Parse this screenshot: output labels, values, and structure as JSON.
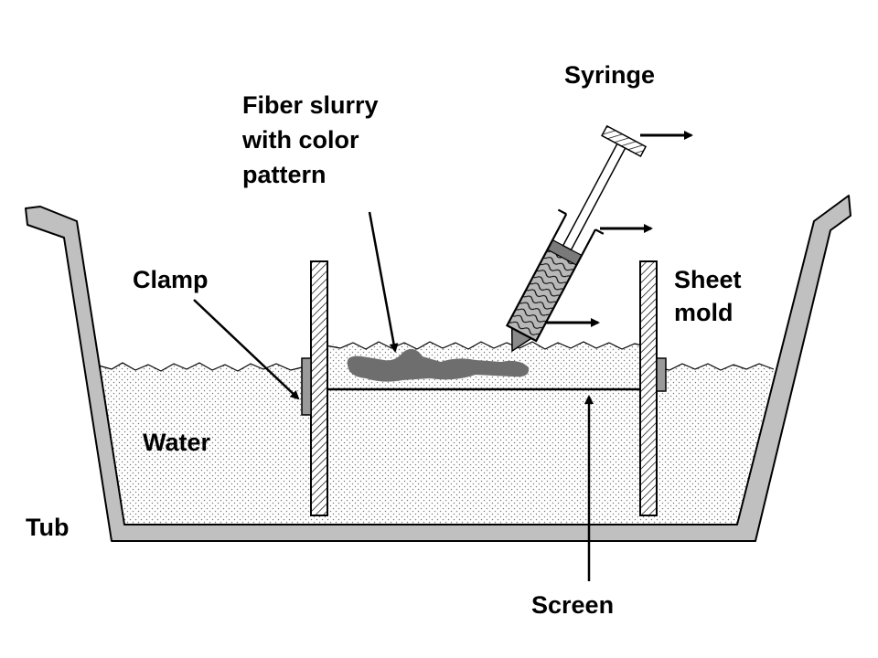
{
  "labels": {
    "syringe": "Syringe",
    "fiber_line1": "Fiber slurry",
    "fiber_line2": "with color",
    "fiber_line3": "pattern",
    "clamp": "Clamp",
    "sheet_line1": "Sheet",
    "sheet_line2": "mold",
    "water": "Water",
    "tub": "Tub",
    "screen": "Screen"
  },
  "colors": {
    "outline": "#000000",
    "tub_fill": "#c0c0c0",
    "water_dots": "#7a7a7a",
    "slurry_blob": "#6e6e6e",
    "background": "#ffffff"
  }
}
